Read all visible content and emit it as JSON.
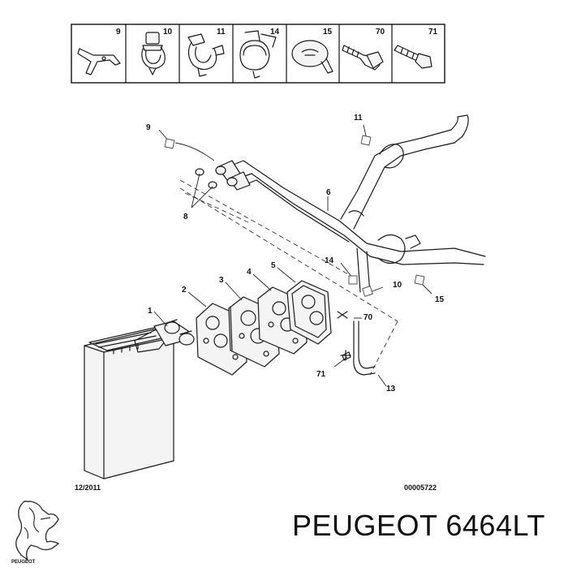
{
  "legend": {
    "cells": [
      "9",
      "10",
      "11",
      "14",
      "15",
      "70",
      "71"
    ]
  },
  "callouts": {
    "c1": "1",
    "c2": "2",
    "c3": "3",
    "c4": "4",
    "c5": "5",
    "c6": "6",
    "c8": "8",
    "c9": "9",
    "c10": "10",
    "c11": "11",
    "c13": "13",
    "c14": "14",
    "c15": "15",
    "c70": "70",
    "c71": "71"
  },
  "footer": {
    "date": "12/2011",
    "reference": "00005722",
    "logo_text": "PEUGEOT"
  },
  "title": "PEUGEOT 6464LT"
}
